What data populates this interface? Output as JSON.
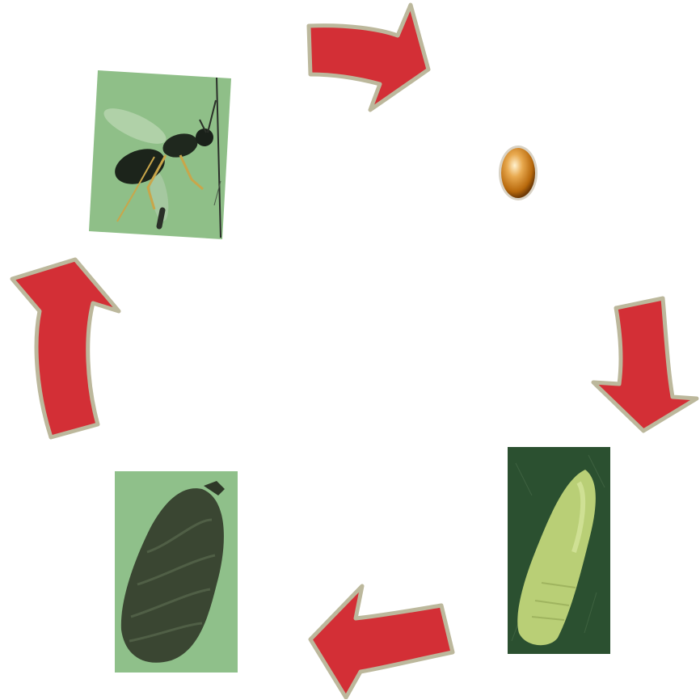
{
  "diagram": {
    "type": "life-cycle",
    "stages": [
      {
        "id": "egg",
        "icon": "egg-icon"
      },
      {
        "id": "larva",
        "icon": "larva-image"
      },
      {
        "id": "pupa",
        "icon": "pupa-image"
      },
      {
        "id": "adult",
        "icon": "wasp-image"
      }
    ],
    "arrow_color": "#d32f36",
    "arrow_outline": "#bcb89c",
    "photo_tint": "#8fc08a"
  }
}
